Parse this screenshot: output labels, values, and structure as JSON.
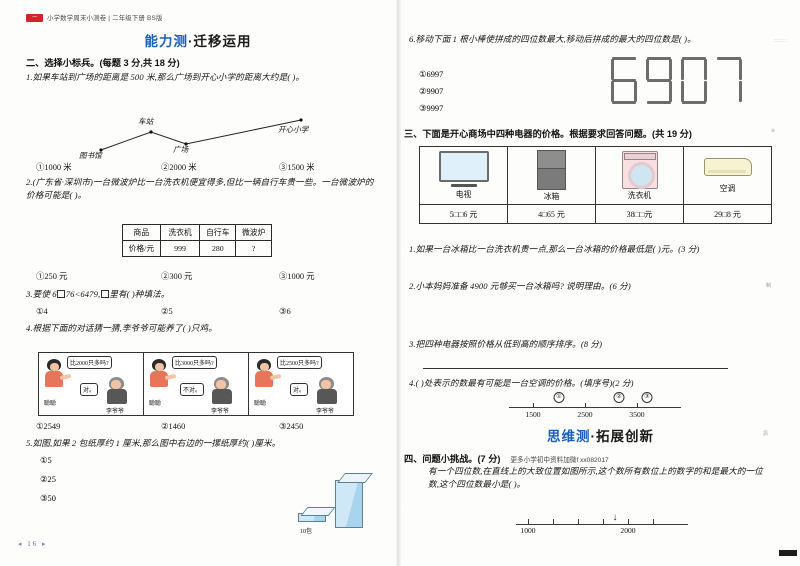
{
  "header": {
    "badge": "一",
    "title": "小学数学周末小测卷 | 二年级下册 BS版"
  },
  "banner_ability": {
    "blue": "能力测",
    "dot": "·",
    "dark": "迁移运用"
  },
  "banner_thinking": {
    "blue": "思维测",
    "dot": "·",
    "dark": "拓展创新"
  },
  "section_two": {
    "title": "二、选择小标兵。(每题 3 分,共 18 分)",
    "q1": {
      "text": "1.如果车站到广场的距离是 500 米,那么广场到开心小学的距离大约是(     )。",
      "map_labels": [
        "图书馆",
        "车站",
        "广场",
        "开心小学"
      ],
      "options": [
        "①1000 米",
        "②2000 米",
        "③1500 米"
      ]
    },
    "q2": {
      "text": "2.(广东省·深圳市)一台微波炉比一台洗衣机便宜得多,但比一辆自行车贵一些。一台微波炉的价格可能是(     )。",
      "table": {
        "headers": [
          "商品",
          "洗衣机",
          "自行车",
          "微波炉"
        ],
        "row_label": "价格/元",
        "values": [
          "999",
          "280",
          "?"
        ]
      },
      "options": [
        "①250 元",
        "②300 元",
        "③1000 元"
      ]
    },
    "q3": {
      "text_a": "3.要使 6",
      "text_b": "76<6479,",
      "text_c": "里有(     )种填法。",
      "options": [
        "①4",
        "②5",
        "③6"
      ]
    },
    "q4": {
      "text": "4.根据下面的对话猜一猜,李爷爷可能养了(     )只鸡。",
      "panels": [
        {
          "question": "比2000只多吗?",
          "answer": "对。",
          "kid": "聪聪",
          "elder": "李爷爷"
        },
        {
          "question": "比3000只多吗?",
          "answer": "不对。",
          "kid": "聪聪",
          "elder": "李爷爷"
        },
        {
          "question": "比2500只多吗?",
          "answer": "对。",
          "kid": "聪聪",
          "elder": "李爷爷"
        }
      ],
      "options": [
        "①2549",
        "②1460",
        "③2450"
      ]
    },
    "q5": {
      "text": "5.如图,如果 2 包纸厚约 1 厘米,那么图中右边的一摞纸厚约(     )厘米。",
      "options": [
        "①5",
        "②25",
        "③50"
      ],
      "illustration_label": "10包"
    },
    "q6": {
      "text": "6.移动下面 1 根小棒使拼成的四位数最大,移动后拼成的最大的四位数是(     )。",
      "options": [
        "①6997",
        "②9907",
        "③9997"
      ],
      "stick_number": "6907"
    }
  },
  "section_three": {
    "title": "三、下面是开心商场中四种电器的价格。根据要求回答问题。(共 19 分)",
    "table": {
      "items": [
        {
          "name": "电视",
          "price": "5□□6 元",
          "icon": "television-icon"
        },
        {
          "name": "冰箱",
          "price": "4□65 元",
          "icon": "refrigerator-icon"
        },
        {
          "name": "洗衣机",
          "price": "38□□元",
          "icon": "washing-machine-icon"
        },
        {
          "name": "空调",
          "price": "29□8 元",
          "icon": "air-conditioner-icon"
        }
      ]
    },
    "q1": "1.如果一台冰箱比一台洗衣机贵一点,那么一台冰箱的价格最低是(     )元。(3 分)",
    "q2": "2.小本妈妈准备 4900 元够买一台冰箱吗? 说明理由。(6 分)",
    "q3": "3.把四种电器按照价格从低到高的顺序排序。(8 分)",
    "q4": "4.(     )处表示的数最有可能是一台空调的价格。(填序号)(2 分)",
    "numberline": {
      "labels": [
        "1500",
        "2500",
        "3500"
      ],
      "markers": [
        "①",
        "②",
        "③"
      ]
    }
  },
  "section_four": {
    "title": "四、问题小挑战。(7 分)",
    "watermark": "更多小学初中资料加微f xx082017",
    "text": "有一个四位数,在直线上的大致位置如图所示,这个数所有数位上的数字的和是最大的一位数,这个四位数最小是(     )。",
    "numberline": {
      "labels": [
        "1000",
        "2000"
      ]
    }
  },
  "page_number": "16",
  "colors": {
    "accent_blue": "#1b5fbe",
    "badge_red": "#d2232a"
  }
}
